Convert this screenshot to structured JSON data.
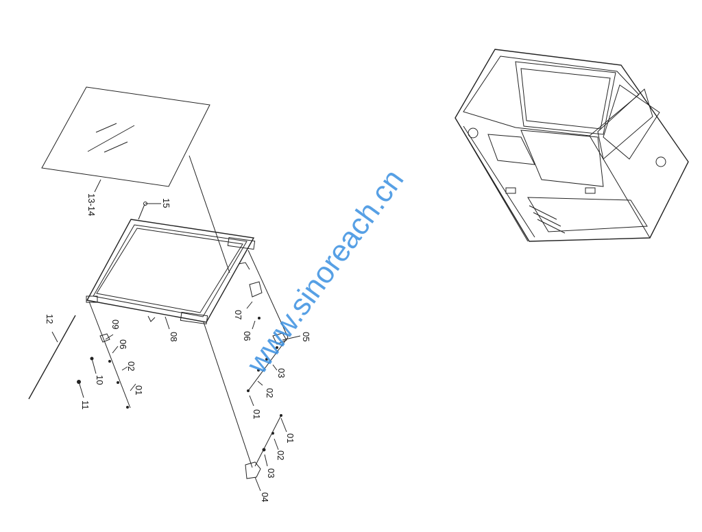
{
  "watermark": "www.sinoreach.cn",
  "labels": [
    {
      "id": "l13-14",
      "text": "13-14"
    },
    {
      "id": "l15",
      "text": "15"
    },
    {
      "id": "l12",
      "text": "12"
    },
    {
      "id": "l07",
      "text": "07"
    },
    {
      "id": "l08",
      "text": "08"
    },
    {
      "id": "l09",
      "text": "09"
    },
    {
      "id": "l06a",
      "text": "06"
    },
    {
      "id": "l06b",
      "text": "06"
    },
    {
      "id": "l05",
      "text": "05"
    },
    {
      "id": "l03a",
      "text": "03"
    },
    {
      "id": "l02a",
      "text": "02"
    },
    {
      "id": "l01a",
      "text": "01"
    },
    {
      "id": "l02b",
      "text": "02"
    },
    {
      "id": "l01b",
      "text": "01"
    },
    {
      "id": "l10",
      "text": "10"
    },
    {
      "id": "l11",
      "text": "11"
    },
    {
      "id": "l01c",
      "text": "01"
    },
    {
      "id": "l02c",
      "text": "02"
    },
    {
      "id": "l03b",
      "text": "03"
    },
    {
      "id": "l04",
      "text": "04"
    }
  ]
}
